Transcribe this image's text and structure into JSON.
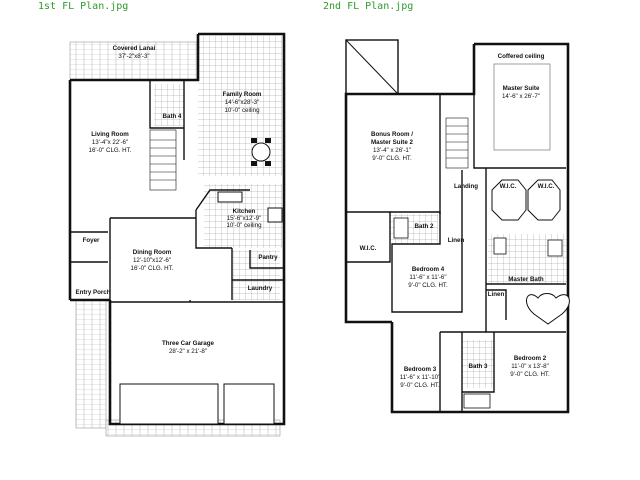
{
  "captions": {
    "first": "1st FL Plan.jpg",
    "second": "2nd FL Plan.jpg"
  },
  "colors": {
    "caption": "#2e9a2e",
    "wall": "#111111",
    "tile": "#888888"
  },
  "first_floor": {
    "covered_lanai": {
      "name": "Covered Lanai",
      "dim": "37'-2\"x8'-3\""
    },
    "family_room": {
      "name": "Family Room",
      "dim": "14'-6\"x28'-3\"",
      "ceiling": "10'-0\" ceiling"
    },
    "bath4": {
      "name": "Bath 4"
    },
    "living_room": {
      "name": "Living Room",
      "dim": "13'-4\"x 22'-6\"",
      "ceiling": "16'-0\" CLG. HT."
    },
    "kitchen": {
      "name": "Kitchen",
      "dim": "15'-6\"x12'-9\"",
      "ceiling": "10'-0\" ceiling"
    },
    "foyer": {
      "name": "Foyer"
    },
    "dining_room": {
      "name": "Dining Room",
      "dim": "12'-10\"x12'-6\"",
      "ceiling": "16'-0\" CLG. HT."
    },
    "pantry": {
      "name": "Pantry"
    },
    "laundry": {
      "name": "Laundry"
    },
    "entry_porch": {
      "name": "Entry Porch"
    },
    "garage": {
      "name": "Three Car Garage",
      "dim": "28'-2\" x 21'-8\""
    }
  },
  "second_floor": {
    "coffered": {
      "name": "Coffered ceiling"
    },
    "master_suite": {
      "name": "Master Suite",
      "dim": "14'-6\" x 26'-7\""
    },
    "bonus_room": {
      "line1": "Bonus Room /",
      "line2": "Master Suite 2",
      "dim": "13'-4\" x 26'-1\"",
      "ceiling": "9'-0\" CLG. HT."
    },
    "landing": {
      "name": "Landing"
    },
    "wic_left": {
      "name": "W.I.C."
    },
    "wic_right": {
      "name": "W.I.C."
    },
    "wic_bonus": {
      "name": "W.I.C."
    },
    "bath2": {
      "name": "Bath 2"
    },
    "linen1": {
      "name": "Linen"
    },
    "bedroom4": {
      "name": "Bedroom 4",
      "dim": "11'-6\" x 11'-6\"",
      "ceiling": "9'-0\" CLG. HT."
    },
    "master_bath": {
      "name": "Master Bath"
    },
    "linen2": {
      "name": "Linen"
    },
    "bedroom3": {
      "name": "Bedroom 3",
      "dim": "11'-6\" x 11'-10\"",
      "ceiling": "9'-0\" CLG. HT."
    },
    "bath3": {
      "name": "Bath 3"
    },
    "bedroom2": {
      "name": "Bedroom 2",
      "dim": "11'-0\" x 13'-8\"",
      "ceiling": "9'-0\" CLG. HT."
    }
  }
}
